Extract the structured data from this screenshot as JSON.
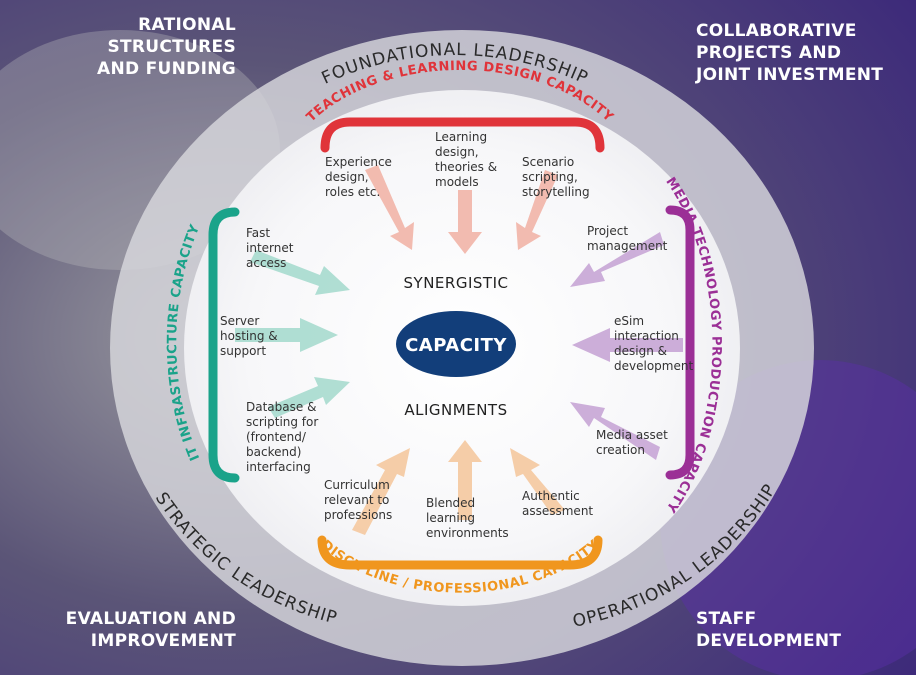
{
  "corners": {
    "top_left": "RATIONAL STRUCTURES\nAND FUNDING",
    "top_right": "COLLABORATIVE\nPROJECTS AND\nJOINT INVESTMENT",
    "bottom_left": "EVALUATION AND\nIMPROVEMENT",
    "bottom_right": "STAFF\nDEVELOPMENT"
  },
  "ring": {
    "top": "FOUNDATIONAL LEADERSHIP",
    "left": "STRATEGIC LEADERSHIP",
    "right": "OPERATIONAL LEADERSHIP"
  },
  "capacities": {
    "top": "TEACHING & LEARNING DESIGN CAPACITY",
    "right": "MEDIA TECHNOLOGY PRODUCTION CAPACITY",
    "bottom": "DISCIPLINE / PROFESSIONAL CAPACITY",
    "left": "IT INFRASTRUCTURE CAPACITY"
  },
  "center": {
    "top": "SYNERGISTIC",
    "core": "CAPACITY",
    "bottom": "ALIGNMENTS"
  },
  "items": {
    "top": [
      "Experience\ndesign,\nroles etc.",
      "Learning\ndesign,\ntheories &\nmodels",
      "Scenario\nscripting,\nstorytelling"
    ],
    "right": [
      "Project\nmanagement",
      "eSim\ninteraction\ndesign &\ndevelopment",
      "Media asset\ncreation"
    ],
    "bottom": [
      "Curriculum\nrelevant to\nprofessions",
      "Blended\nlearning\nenvironments",
      "Authentic\nassessment"
    ],
    "left": [
      "Fast\ninternet\naccess",
      "Server\nhosting &\nsupport",
      "Database &\nscripting for\n(frontend/\nbackend)\ninterfacing"
    ]
  },
  "colors": {
    "teaching": "#e0343a",
    "media": "#9b2f96",
    "discipline": "#f0961e",
    "it": "#1aa38a",
    "core": "#123e7a",
    "arrow_top": "#f2b5a8",
    "arrow_right": "#c8a6d6",
    "arrow_bottom": "#f5c9a0",
    "arrow_left": "#a8dccf"
  }
}
